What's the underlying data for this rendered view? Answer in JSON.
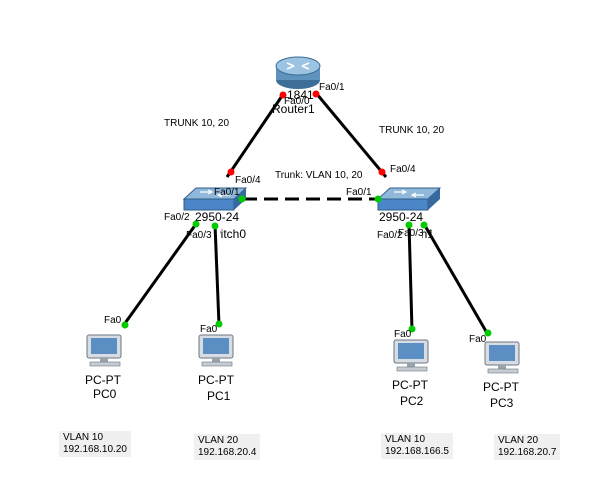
{
  "router": {
    "model": "1841",
    "name": "Router1",
    "ports": [
      "Fa0/1",
      "Fa0/0"
    ]
  },
  "switch0": {
    "model": "2950-24",
    "name": "Switch0",
    "ports": [
      "Fa0/4",
      "Fa0/1",
      "Fa0/2",
      "Fa0/3"
    ]
  },
  "switch1": {
    "model": "2950-24",
    "name": "Switch1",
    "ports": [
      "Fa0/4",
      "Fa0/1",
      "Fa0/2",
      "Fa0/3"
    ]
  },
  "links": {
    "trunk_left": "TRUNK 10, 20",
    "trunk_right": "TRUNK 10, 20",
    "trunk_switches": "Trunk: VLAN 10, 20"
  },
  "pcs": [
    {
      "type": "PC-PT",
      "name": "PC0",
      "port": "Fa0",
      "vlan": "VLAN 10",
      "ip": "192.168.10.20"
    },
    {
      "type": "PC-PT",
      "name": "PC1",
      "port": "Fa0",
      "vlan": "VLAN 20",
      "ip": "192.168.20.4"
    },
    {
      "type": "PC-PT",
      "name": "PC2",
      "port": "Fa0",
      "vlan": "VLAN 10",
      "ip": "192.168.166.5"
    },
    {
      "type": "PC-PT",
      "name": "PC3",
      "port": "Fa0",
      "vlan": "VLAN 20",
      "ip": "192.168.20.7"
    }
  ],
  "colors": {
    "link_up": "#00cc00",
    "link_down": "#ff0000",
    "device": "#4a86c8"
  }
}
